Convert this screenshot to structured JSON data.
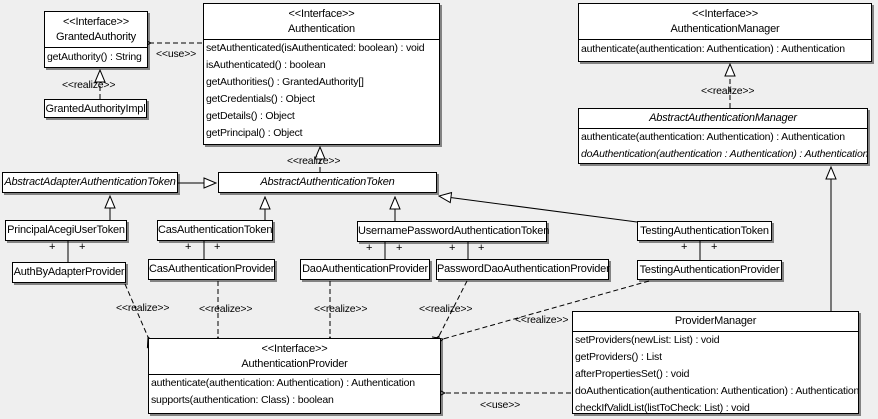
{
  "labels": {
    "interface_stereotype": "<<Interface>>",
    "realize": "<<realize>>",
    "use": "<<use>>",
    "plus": "+"
  },
  "colors": {
    "background": "#efefef",
    "box_fill": "#ffffff",
    "line": "#000000"
  },
  "classes": {
    "granted_authority": {
      "name": "GrantedAuthority",
      "methods": [
        "getAuthority() : String"
      ]
    },
    "granted_authority_impl": {
      "name": "GrantedAuthorityImpl"
    },
    "authentication": {
      "name": "Authentication",
      "methods": [
        "setAuthenticated(isAuthenticated: boolean) : void",
        "isAuthenticated() : boolean",
        "getAuthorities() : GrantedAuthority[]",
        "getCredentials() : Object",
        "getDetails() : Object",
        "getPrincipal() : Object"
      ]
    },
    "authentication_manager": {
      "name": "AuthenticationManager",
      "methods": [
        "authenticate(authentication: Authentication) : Authentication"
      ]
    },
    "abstract_authentication_manager": {
      "name": "AbstractAuthenticationManager",
      "methods": [
        "authenticate(authentication: Authentication) : Authentication",
        "doAuthentication(authentication : Authentication) : Authentication"
      ]
    },
    "abstract_adapter_authentication_token": {
      "name": "AbstractAdapterAuthenticationToken"
    },
    "abstract_authentication_token": {
      "name": "AbstractAuthenticationToken"
    },
    "principal_acegi_user_token": {
      "name": "PrincipalAcegiUserToken"
    },
    "cas_authentication_token": {
      "name": "CasAuthenticationToken"
    },
    "username_password_authentication_token": {
      "name": "UsernamePasswordAuthenticationToken"
    },
    "testing_authentication_token": {
      "name": "TestingAuthenticationToken"
    },
    "auth_by_adapter_provider": {
      "name": "AuthByAdapterProvider"
    },
    "cas_authentication_provider": {
      "name": "CasAuthenticationProvider"
    },
    "dao_authentication_provider": {
      "name": "DaoAuthenticationProvider"
    },
    "password_dao_authentication_provider": {
      "name": "PasswordDaoAuthenticationProvider"
    },
    "testing_authentication_provider": {
      "name": "TestingAuthenticationProvider"
    },
    "authentication_provider": {
      "name": "AuthenticationProvider",
      "methods": [
        "authenticate(authentication: Authentication) : Authentication",
        "supports(authentication: Class) : boolean"
      ]
    },
    "provider_manager": {
      "name": "ProviderManager",
      "methods": [
        "setProviders(newList: List) : void",
        "getProviders() : List",
        "afterPropertiesSet() : void",
        "doAuthentication(authentication: Authentication) : Authentication",
        "checkIfValidList(listToCheck: List) : void"
      ]
    }
  }
}
